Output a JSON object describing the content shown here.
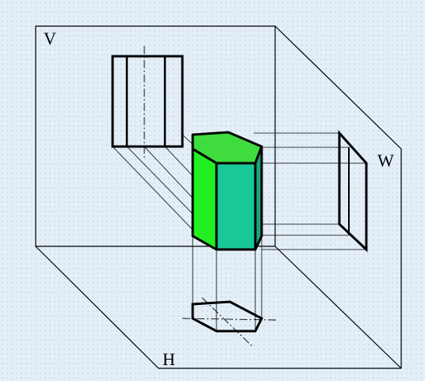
{
  "labels": {
    "v_plane": "V",
    "w_plane": "W",
    "h_plane": "H"
  },
  "colors": {
    "background": "#e3eef7",
    "grid_dot": "#c9dcec",
    "prism_top": "#3fdc3f",
    "prism_front_left": "#22ee22",
    "prism_front_right": "#18c896",
    "line": "#000000"
  }
}
